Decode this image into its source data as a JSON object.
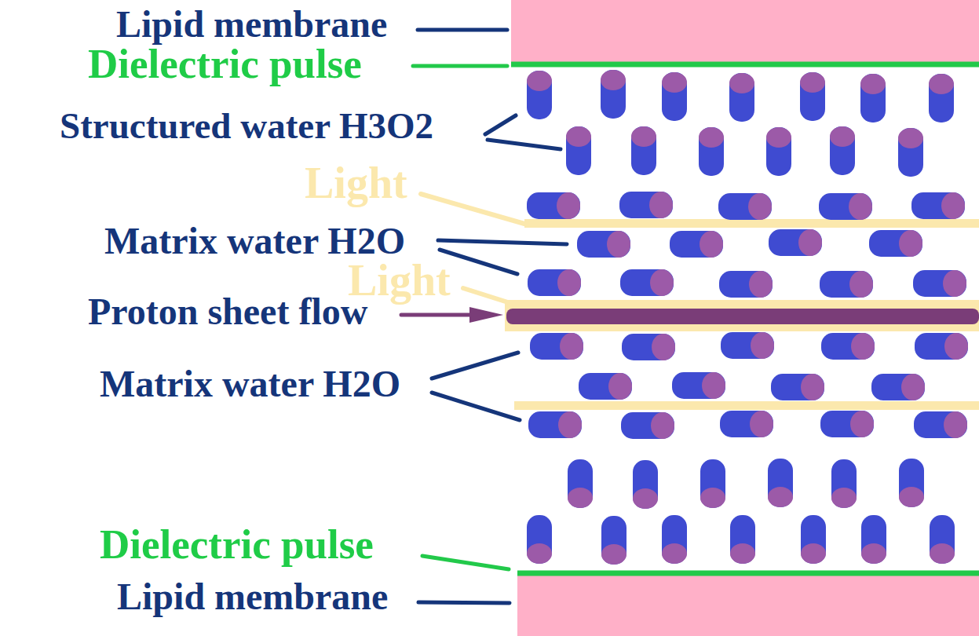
{
  "diagram": {
    "labels": [
      "Lipid membrane",
      "Dielectric pulse",
      "Structured water H3O2",
      "Light",
      "Matrix water H2O",
      "Light",
      "Proton sheet flow",
      "Matrix water H2O",
      "Dielectric pulse",
      "Lipid membrane"
    ]
  }
}
